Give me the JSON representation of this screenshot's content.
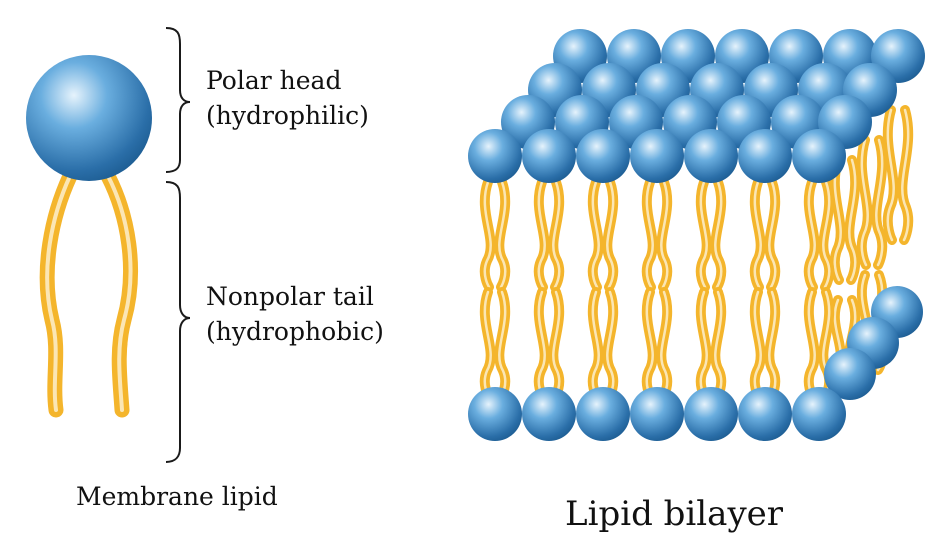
{
  "labels": {
    "polar_head": "Polar head",
    "polar_head_note": "(hydrophilic)",
    "nonpolar_tail": "Nonpolar tail",
    "nonpolar_tail_note": "(hydrophobic)",
    "membrane_lipid": "Membrane lipid",
    "lipid_bilayer": "Lipid bilayer"
  },
  "colors": {
    "head_light": "#d9ecfa",
    "head_mid": "#5b9fd3",
    "head_dark": "#1f5f96",
    "tail_outer": "#f4b52c",
    "tail_inner": "#fbe6b4",
    "text": "#111111",
    "bracket": "#1a1a1a"
  }
}
